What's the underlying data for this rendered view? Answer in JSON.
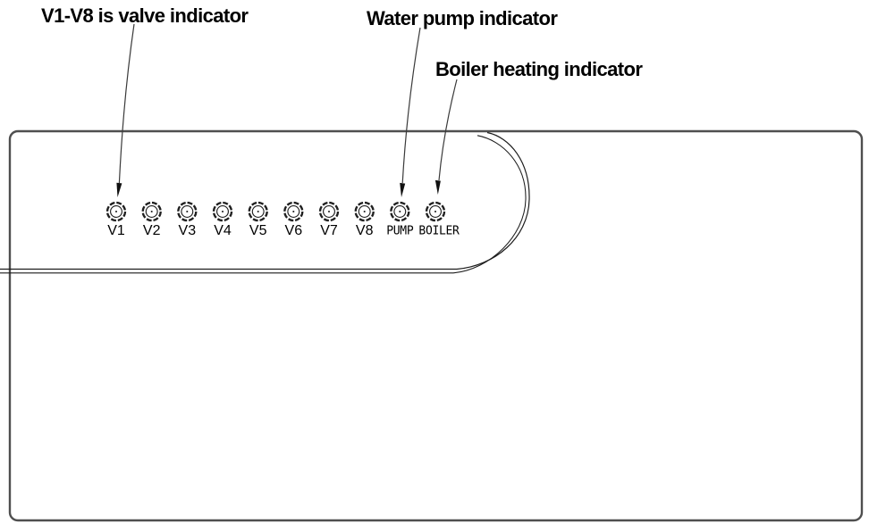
{
  "annotations": {
    "valve": "V1-V8 is valve indicator",
    "pump": "Water pump indicator",
    "boiler": "Boiler heating indicator"
  },
  "indicators": [
    {
      "label": "V1"
    },
    {
      "label": "V2"
    },
    {
      "label": "V3"
    },
    {
      "label": "V4"
    },
    {
      "label": "V5"
    },
    {
      "label": "V6"
    },
    {
      "label": "V7"
    },
    {
      "label": "V8"
    },
    {
      "label": "PUMP"
    },
    {
      "label": "BOILER"
    }
  ],
  "colors": {
    "line": "#1c1c1c",
    "panel_border": "#4f4f4f",
    "text": "#000000",
    "led_fill": "#ffffff",
    "background": "#ffffff"
  }
}
